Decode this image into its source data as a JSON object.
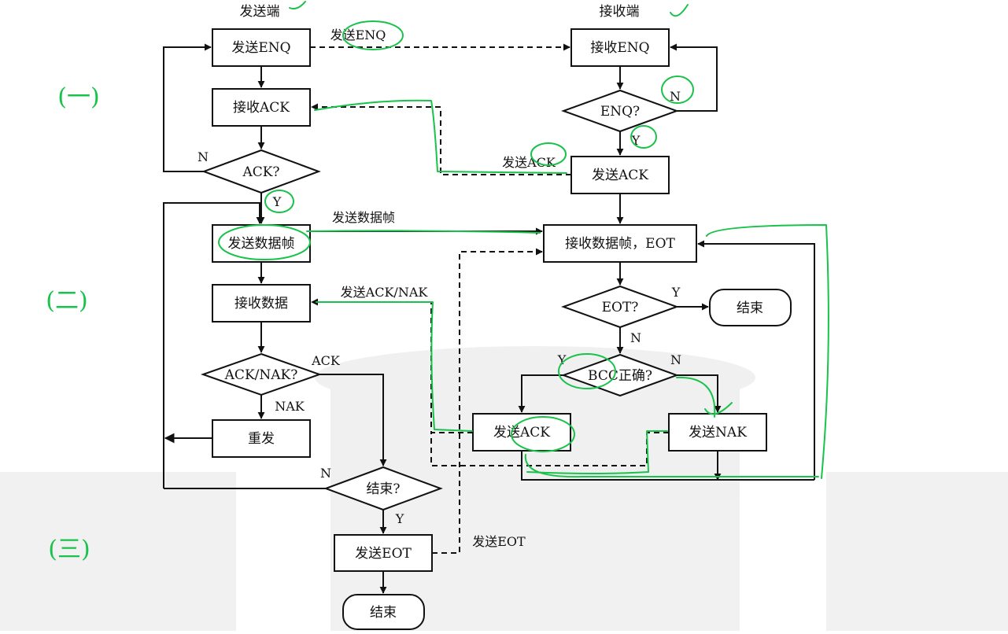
{
  "headers": {
    "sender": "发送端",
    "receiver": "接收端"
  },
  "sections": [
    "(一)",
    "(二)",
    "(三)"
  ],
  "nodes": {
    "send_enq": "发送ENQ",
    "recv_ack": "接收ACK",
    "ack_q": "ACK?",
    "send_frame": "发送数据帧",
    "recv_data": "接收数据",
    "ack_nak_q": "ACK/NAK?",
    "resend": "重发",
    "end_q": "结束?",
    "send_eot": "发送EOT",
    "end_left": "结束",
    "recv_enq": "接收ENQ",
    "enq_q": "ENQ?",
    "send_ack_top": "发送ACK",
    "recv_frame_eot": "接收数据帧，EOT",
    "eot_q": "EOT?",
    "end_right": "结束",
    "bcc_q": "BCC正确?",
    "send_ack_bottom": "发送ACK",
    "send_nak": "发送NAK"
  },
  "labels": {
    "send_enq_msg": "发送ENQ",
    "send_ack_msg": "发送ACK",
    "send_frame_msg": "发送数据帧",
    "send_ack_nak_msg": "发送ACK/NAK",
    "send_eot_msg": "发送EOT",
    "ack_branch": "ACK",
    "nak_branch": "NAK"
  },
  "branch_marks": {
    "yes": "Y",
    "no": "N"
  },
  "colors": {
    "line": "#111111",
    "annotation": "#19c24a",
    "background": "#ffffff"
  }
}
